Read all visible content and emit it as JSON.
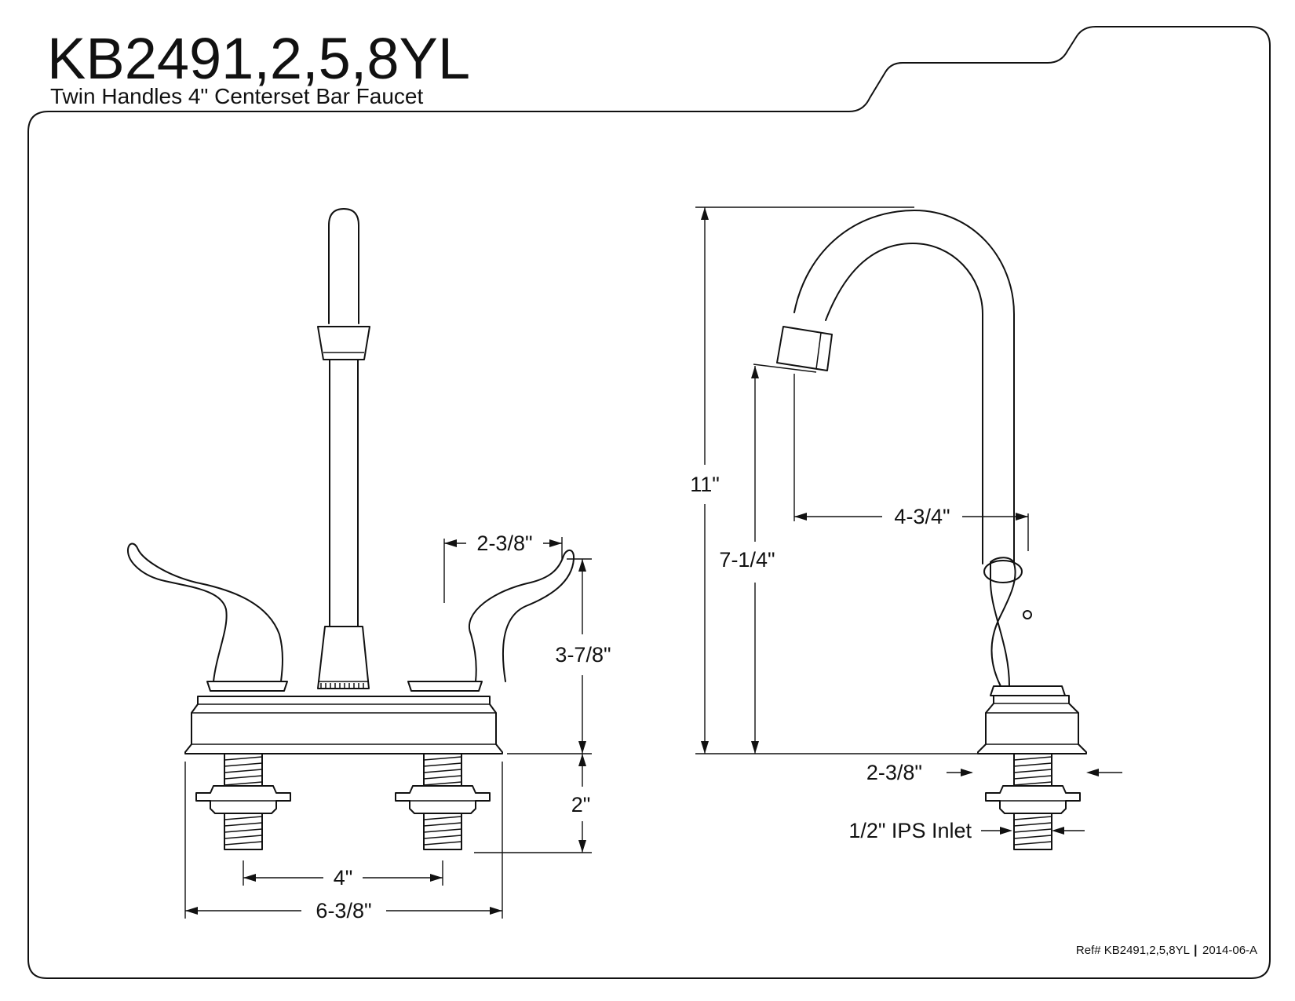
{
  "header": {
    "model": "KB2491,2,5,8YL",
    "subtitle": "Twin Handles 4\" Centerset Bar Faucet"
  },
  "front_view": {
    "dims": {
      "handle_width": "2-3/8\"",
      "handle_height": "3-7/8\"",
      "shank_length": "2\"",
      "center_spacing": "4\"",
      "overall_width": "6-3/8\""
    }
  },
  "side_view": {
    "dims": {
      "overall_height": "11\"",
      "spout_clearance": "7-1/4\"",
      "spout_reach": "4-3/4\"",
      "base_width": "2-3/8\"",
      "inlet": "1/2\" IPS Inlet"
    }
  },
  "footer": {
    "ref": "Ref# KB2491,2,5,8YL",
    "separator": "|",
    "date_code": "2014-06-A"
  }
}
